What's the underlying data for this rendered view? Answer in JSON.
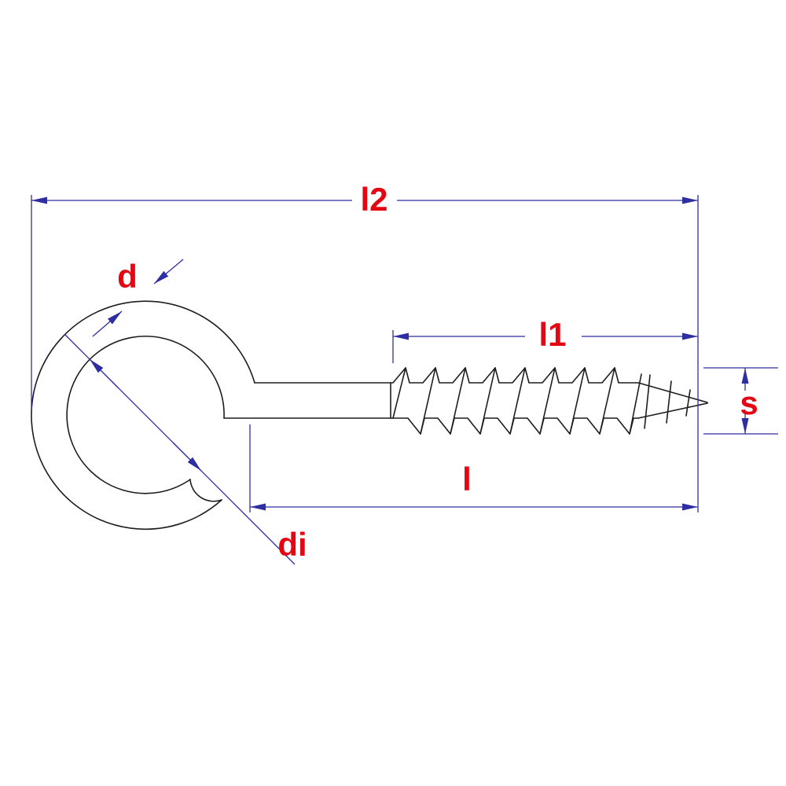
{
  "page": {
    "background": "#ffffff"
  },
  "diagram": {
    "title": "Screw hook technical drawing",
    "part": "hook-screw-with-wood-thread",
    "colors": {
      "outline": "#1d1d1b",
      "dimension_lines": "#2e2ea2",
      "labels": "#e30613"
    },
    "labels": {
      "total_length": "l2",
      "wire_diameter": "d",
      "thread_length": "l1",
      "thread_diameter": "s",
      "length": "l",
      "inner_diameter": "di"
    }
  }
}
